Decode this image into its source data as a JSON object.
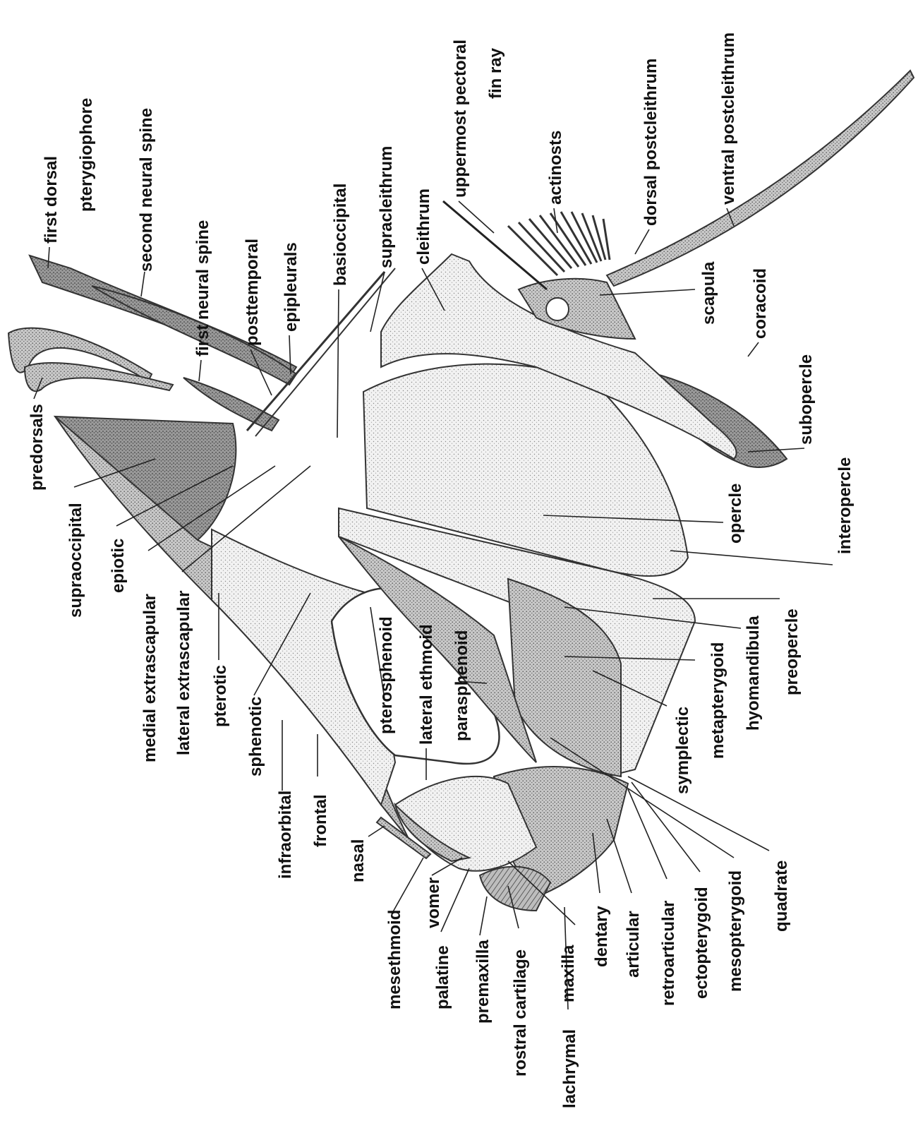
{
  "figure": {
    "labels": {
      "predorsals": "predorsals",
      "first_dorsal": "first dorsal",
      "pterygiophore": "pterygiophore",
      "second_neural_spine": "second neural spine",
      "first_neural_spine": "first neural spine",
      "posttemporal": "posttemporal",
      "epipleurals": "epipleurals",
      "basioccipital": "basioccipital",
      "supracleithrum": "supracleithrum",
      "cleithrum": "cleithrum",
      "uppermost_pectoral": "uppermost pectoral",
      "fin_ray": "fin ray",
      "actinosts": "actinosts",
      "dorsal_postcleithrum": "dorsal postcleithrum",
      "ventral_postcleithrum": "ventral postcleithrum",
      "scapula": "scapula",
      "coracoid": "coracoid",
      "subopercle": "subopercle",
      "interopercle": "interopercle",
      "opercle": "opercle",
      "preopercle": "preopercle",
      "hyomandibula": "hyomandibula",
      "metapterygoid": "metapterygoid",
      "symplectic": "symplectic",
      "quadrate": "quadrate",
      "mesopterygoid": "mesopterygoid",
      "ectopterygoid": "ectopterygoid",
      "retroarticular": "retroarticular",
      "articular": "articular",
      "dentary": "dentary",
      "lachrymal": "lachrymal",
      "maxilla": "maxilla",
      "rostral_cartilage": "rostral cartilage",
      "premaxilla": "premaxilla",
      "palatine": "palatine",
      "vomer": "vomer",
      "mesethmoid": "mesethmoid",
      "nasal": "nasal",
      "frontal": "frontal",
      "infraorbital": "infraorbital",
      "sphenotic": "sphenotic",
      "pterotic": "pterotic",
      "lateral_extrascapular": "lateral extrascapular",
      "medial_extrascapular": "medial extrascapular",
      "epiotic": "epiotic",
      "supraoccipital": "supraoccipital",
      "pterosphenoid": "pterosphenoid",
      "lateral_ethmoid": "lateral ethmoid",
      "parasphenoid": "parasphenoid"
    }
  }
}
